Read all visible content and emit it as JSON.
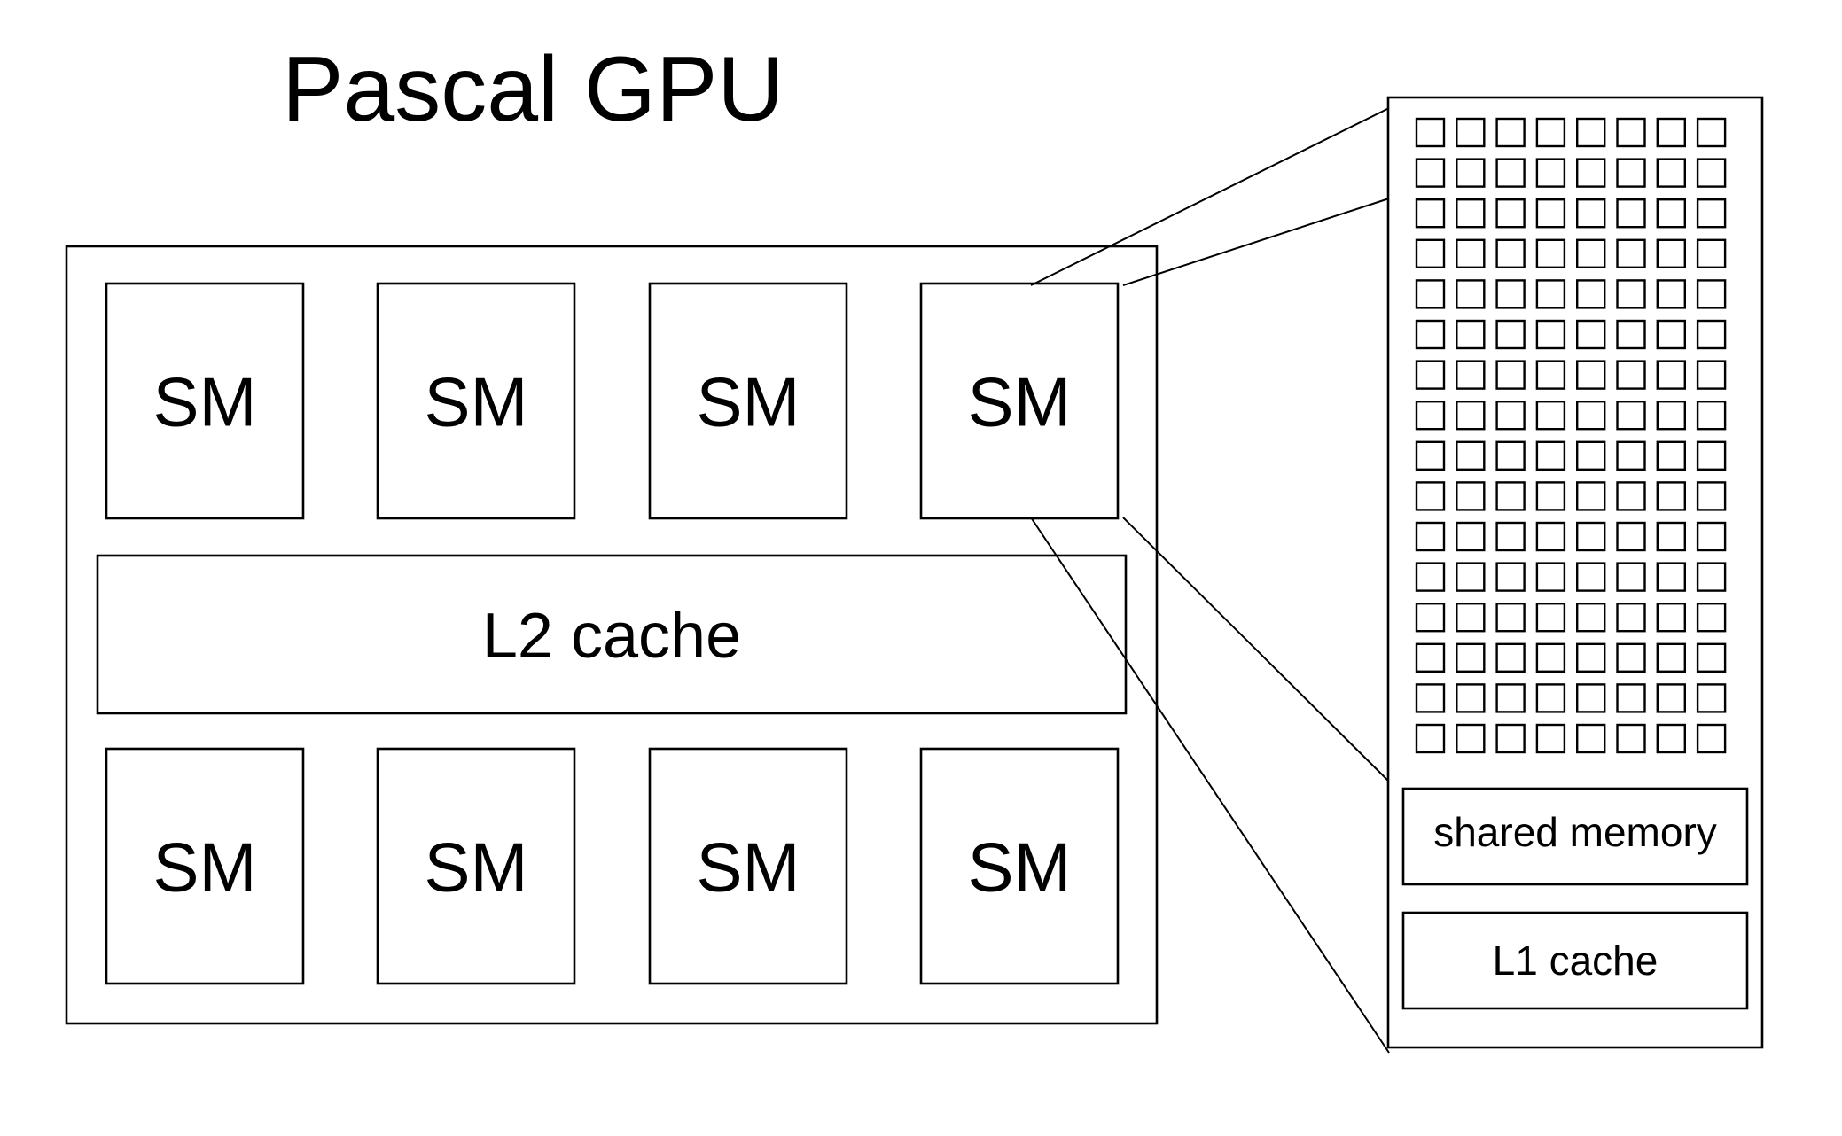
{
  "title": "Pascal GPU",
  "gpu": {
    "sm_label": "SM",
    "sm_top_row": [
      "SM",
      "SM",
      "SM",
      "SM"
    ],
    "sm_bottom_row": [
      "SM",
      "SM",
      "SM",
      "SM"
    ],
    "l2_label": "L2 cache"
  },
  "sm_detail": {
    "core_grid": {
      "rows": 16,
      "cols": 8
    },
    "shared_memory_label": "shared memory",
    "l1_label": "L1 cache"
  },
  "colors": {
    "stroke": "#000000",
    "background": "#ffffff"
  }
}
